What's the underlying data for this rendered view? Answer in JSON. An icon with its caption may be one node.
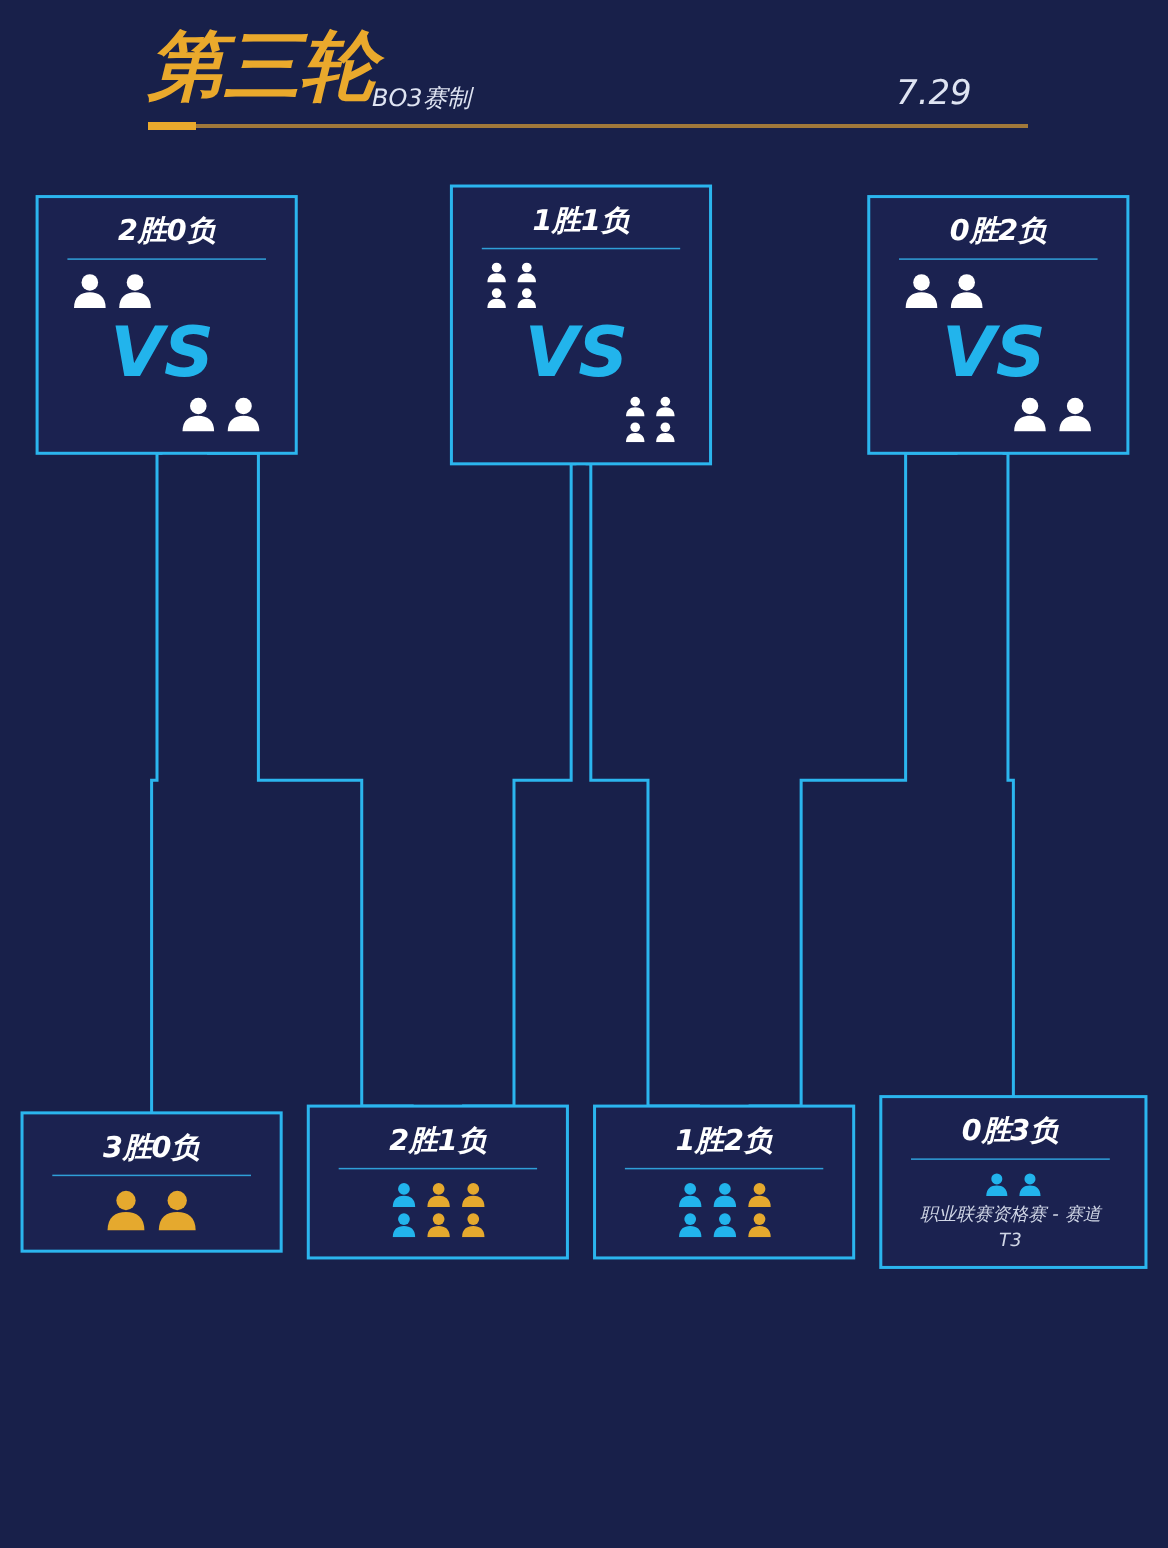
{
  "diagram": {
    "title": "第三轮",
    "nodes": [
      {
        "text": [
          "2胜0负",
          "VS"
        ]
      },
      {
        "text": [
          "1胜1负",
          "VS"
        ]
      },
      {
        "text": [
          "0胜2负",
          "VS"
        ]
      },
      {
        "text": [
          "0胜3负",
          "职业联赛资格赛 - 赛道T3"
        ]
      },
      {
        "text": [
          "3胜0负"
        ]
      },
      {
        "text": [
          "2胜1负"
        ]
      },
      {
        "text": [
          "1胜2负"
        ]
      }
    ],
    "edges": [
      {
        "from": 0,
        "to": 4,
        "arrow": "none"
      },
      {
        "from": 0,
        "to": 5,
        "arrow": "none"
      },
      {
        "from": 1,
        "to": 5,
        "arrow": "none"
      },
      {
        "from": 1,
        "to": 6,
        "arrow": "none"
      },
      {
        "from": 2,
        "to": 6,
        "arrow": "none"
      },
      {
        "from": 2,
        "to": 3,
        "arrow": "none"
      }
    ],
    "labels": [
      "BO3赛制",
      "7.29"
    ]
  }
}
